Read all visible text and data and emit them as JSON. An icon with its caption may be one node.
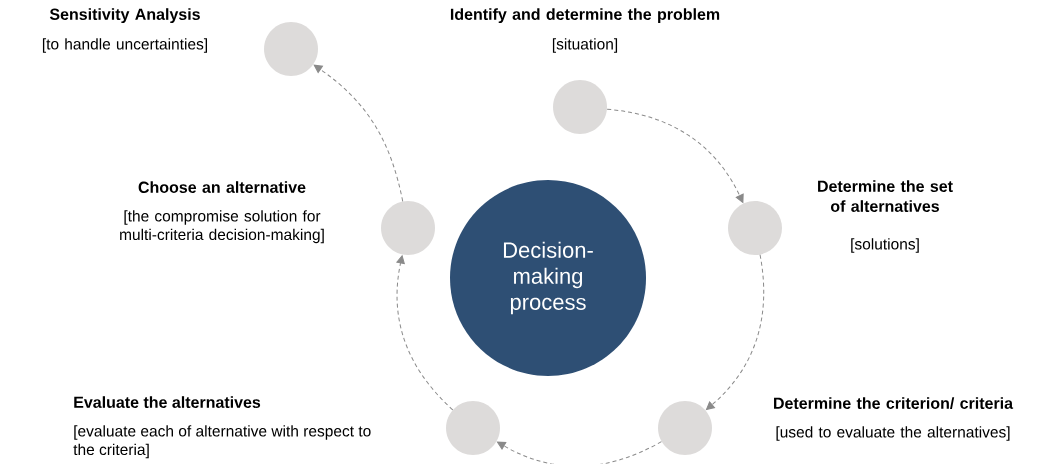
{
  "diagram": {
    "nodes": [
      {
        "text": [
          "Decision- making process"
        ]
      },
      {
        "text": [],
        "shape": "circle",
        "beside": [
          "Identify and determine the problem",
          "[situation]"
        ]
      },
      {
        "text": [],
        "shape": "circle",
        "beside": [
          "Determine the set of alternatives",
          "[solutions]"
        ]
      },
      {
        "text": [],
        "shape": "circle",
        "beside": [
          "Determine the criterion/ criteria",
          "[used to evaluate the alternatives]"
        ]
      },
      {
        "text": [],
        "shape": "circle",
        "beside": [
          "Evaluate the alternatives",
          "[evaluate each of alternative with respect to the criteria]"
        ]
      },
      {
        "text": [],
        "shape": "circle",
        "beside": [
          "Choose an alternative",
          "[the compromise solution for multi-criteria decision-making]"
        ]
      },
      {
        "text": [],
        "shape": "circle",
        "beside": [
          "Sensitivity Analysis",
          "[to handle uncertainties]"
        ]
      }
    ],
    "edges": [
      {
        "from": 1,
        "to": 2,
        "arrow": "to"
      },
      {
        "from": 2,
        "to": 3,
        "arrow": "to"
      },
      {
        "from": 3,
        "to": 4,
        "arrow": "to"
      },
      {
        "from": 4,
        "to": 5,
        "arrow": "to"
      },
      {
        "from": 5,
        "to": 6,
        "arrow": "to"
      }
    ]
  }
}
